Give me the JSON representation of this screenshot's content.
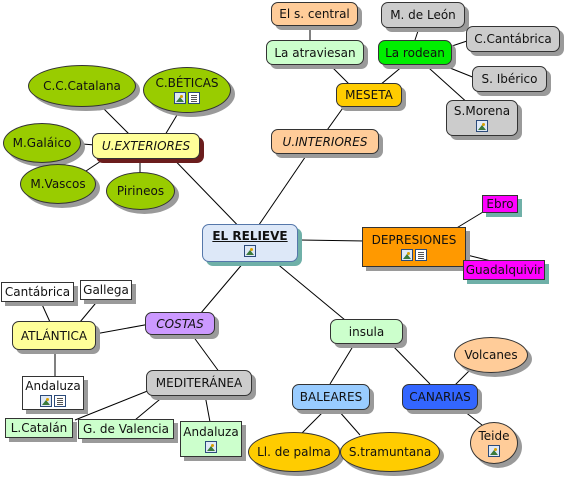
{
  "nodes": {
    "el_relieve": {
      "label": "EL RELIEVE"
    },
    "meseta": {
      "label": "MESETA"
    },
    "u_interiores": {
      "label": "U.INTERIORES"
    },
    "la_atraviesan": {
      "label": "La atraviesan"
    },
    "la_rodean": {
      "label": "La rodean"
    },
    "s_central": {
      "label": "El s. central"
    },
    "m_de_leon": {
      "label": "M. de León"
    },
    "c_cantabrica": {
      "label": "C.Cantábrica"
    },
    "s_iberico": {
      "label": "S. Ibérico"
    },
    "s_morena": {
      "label": "S.Morena"
    },
    "u_exteriores": {
      "label": "U.EXTERIORES"
    },
    "cc_catalana": {
      "label": "C.C.Catalana"
    },
    "c_beticas": {
      "label": "C.BÉTICAS"
    },
    "m_galaico": {
      "label": "M.Galáico"
    },
    "m_vascos": {
      "label": "M.Vascos"
    },
    "pirineos": {
      "label": "Pirineos"
    },
    "depresiones": {
      "label": "DEPRESIONES"
    },
    "ebro": {
      "label": "Ebro"
    },
    "guadalquivir": {
      "label": "Guadalquivir"
    },
    "costas": {
      "label": "COSTAS"
    },
    "atlantica": {
      "label": "ATLÁNTICA"
    },
    "cantabrica": {
      "label": "Cantábrica"
    },
    "gallega": {
      "label": "Gallega"
    },
    "andaluza_atl": {
      "label": "Andaluza"
    },
    "mediterranea": {
      "label": "MEDITERÁNEA"
    },
    "ll_catalan": {
      "label": "L.Catalán"
    },
    "g_valencia": {
      "label": "G. de Valencia"
    },
    "andaluza_med": {
      "label": "Andaluza"
    },
    "insula": {
      "label": "insula"
    },
    "baleares": {
      "label": "BALEARES"
    },
    "canarias": {
      "label": "CANARIAS"
    },
    "ll_palma": {
      "label": "Ll. de palma"
    },
    "s_tramuntana": {
      "label": "S.tramuntana"
    },
    "volcanes": {
      "label": "Volcanes"
    },
    "teide": {
      "label": "Teide"
    }
  },
  "colors": {
    "center_fill": "#dde8f8",
    "meseta_fill": "#ffcc00",
    "interiores_fill": "#ffcc99",
    "atraviesan_fill": "#ccffcc",
    "rodean_fill": "#00ee00",
    "peach_fill": "#ffcc99",
    "gray_fill": "#cccccc",
    "olive_fill": "#99cc00",
    "exteriores_fill": "#ffff99",
    "depresiones_fill": "#ff9900",
    "magenta_fill": "#ff00ff",
    "costas_fill": "#cc99ff",
    "atlantica_fill": "#ffff99",
    "white_fill": "#ffffff",
    "mint_fill": "#ccffcc",
    "insula_fill": "#ccffcc",
    "baleares_fill": "#99ccff",
    "canarias_fill": "#3366ff",
    "gold_fill": "#ffcc00",
    "lines": "#000000"
  }
}
